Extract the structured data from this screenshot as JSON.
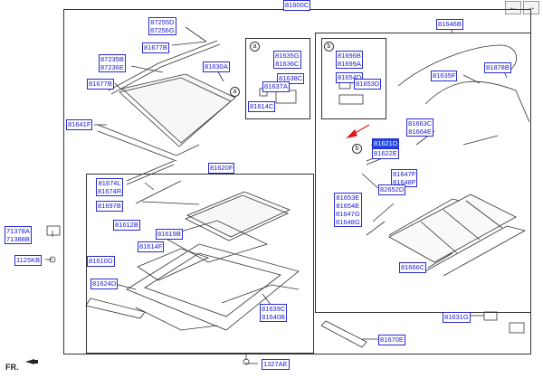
{
  "toolbar": {
    "prev": "←",
    "next": "→"
  },
  "diagram": {
    "top_label": "81600C",
    "right_panel_label": "81646B",
    "sub_panel_label": "81620F",
    "inset_a": "a",
    "inset_b": "b",
    "orientation": "FR.",
    "highlight_color": "#1e46e6",
    "labels": {
      "l87255": "87255D",
      "l87256": "87256G",
      "l81677": "81677B",
      "l87235": "87235B",
      "l87236": "87236E",
      "l81677b": "81677B",
      "l81641": "81641F",
      "l81630": "81630A",
      "l81635": "81635G",
      "l81636": "81636C",
      "l81638": "81638C",
      "l81637": "81637A",
      "l81614": "81614C",
      "l81696": "81696B",
      "l81699": "81699A",
      "l81654": "81654D",
      "l81653": "81653D",
      "l81635f": "81635F",
      "l81878": "81878B",
      "l81663": "81663C",
      "l81664": "81664E",
      "l81621": "81621D",
      "l81622": "81622E",
      "l81647": "81647F",
      "l81648": "81648F",
      "l82652": "82652D",
      "l81653e": "81653E",
      "l81654e": "81654E",
      "l81647g": "81647G",
      "l81648g": "81648G",
      "l81674l": "81674L",
      "l81674r": "81674R",
      "l81697": "81697B",
      "l81612": "81612B",
      "l81619": "81619B",
      "l81614f": "81614F",
      "l81610": "81610G",
      "l81624": "81624D",
      "l81639": "81639C",
      "l81640": "81640B",
      "l71378": "71378A",
      "l71388": "71388B",
      "l1125": "1125KB",
      "l81666": "81666C",
      "l81631": "81631G",
      "l81670": "81670E",
      "l1327": "1327AE"
    }
  }
}
